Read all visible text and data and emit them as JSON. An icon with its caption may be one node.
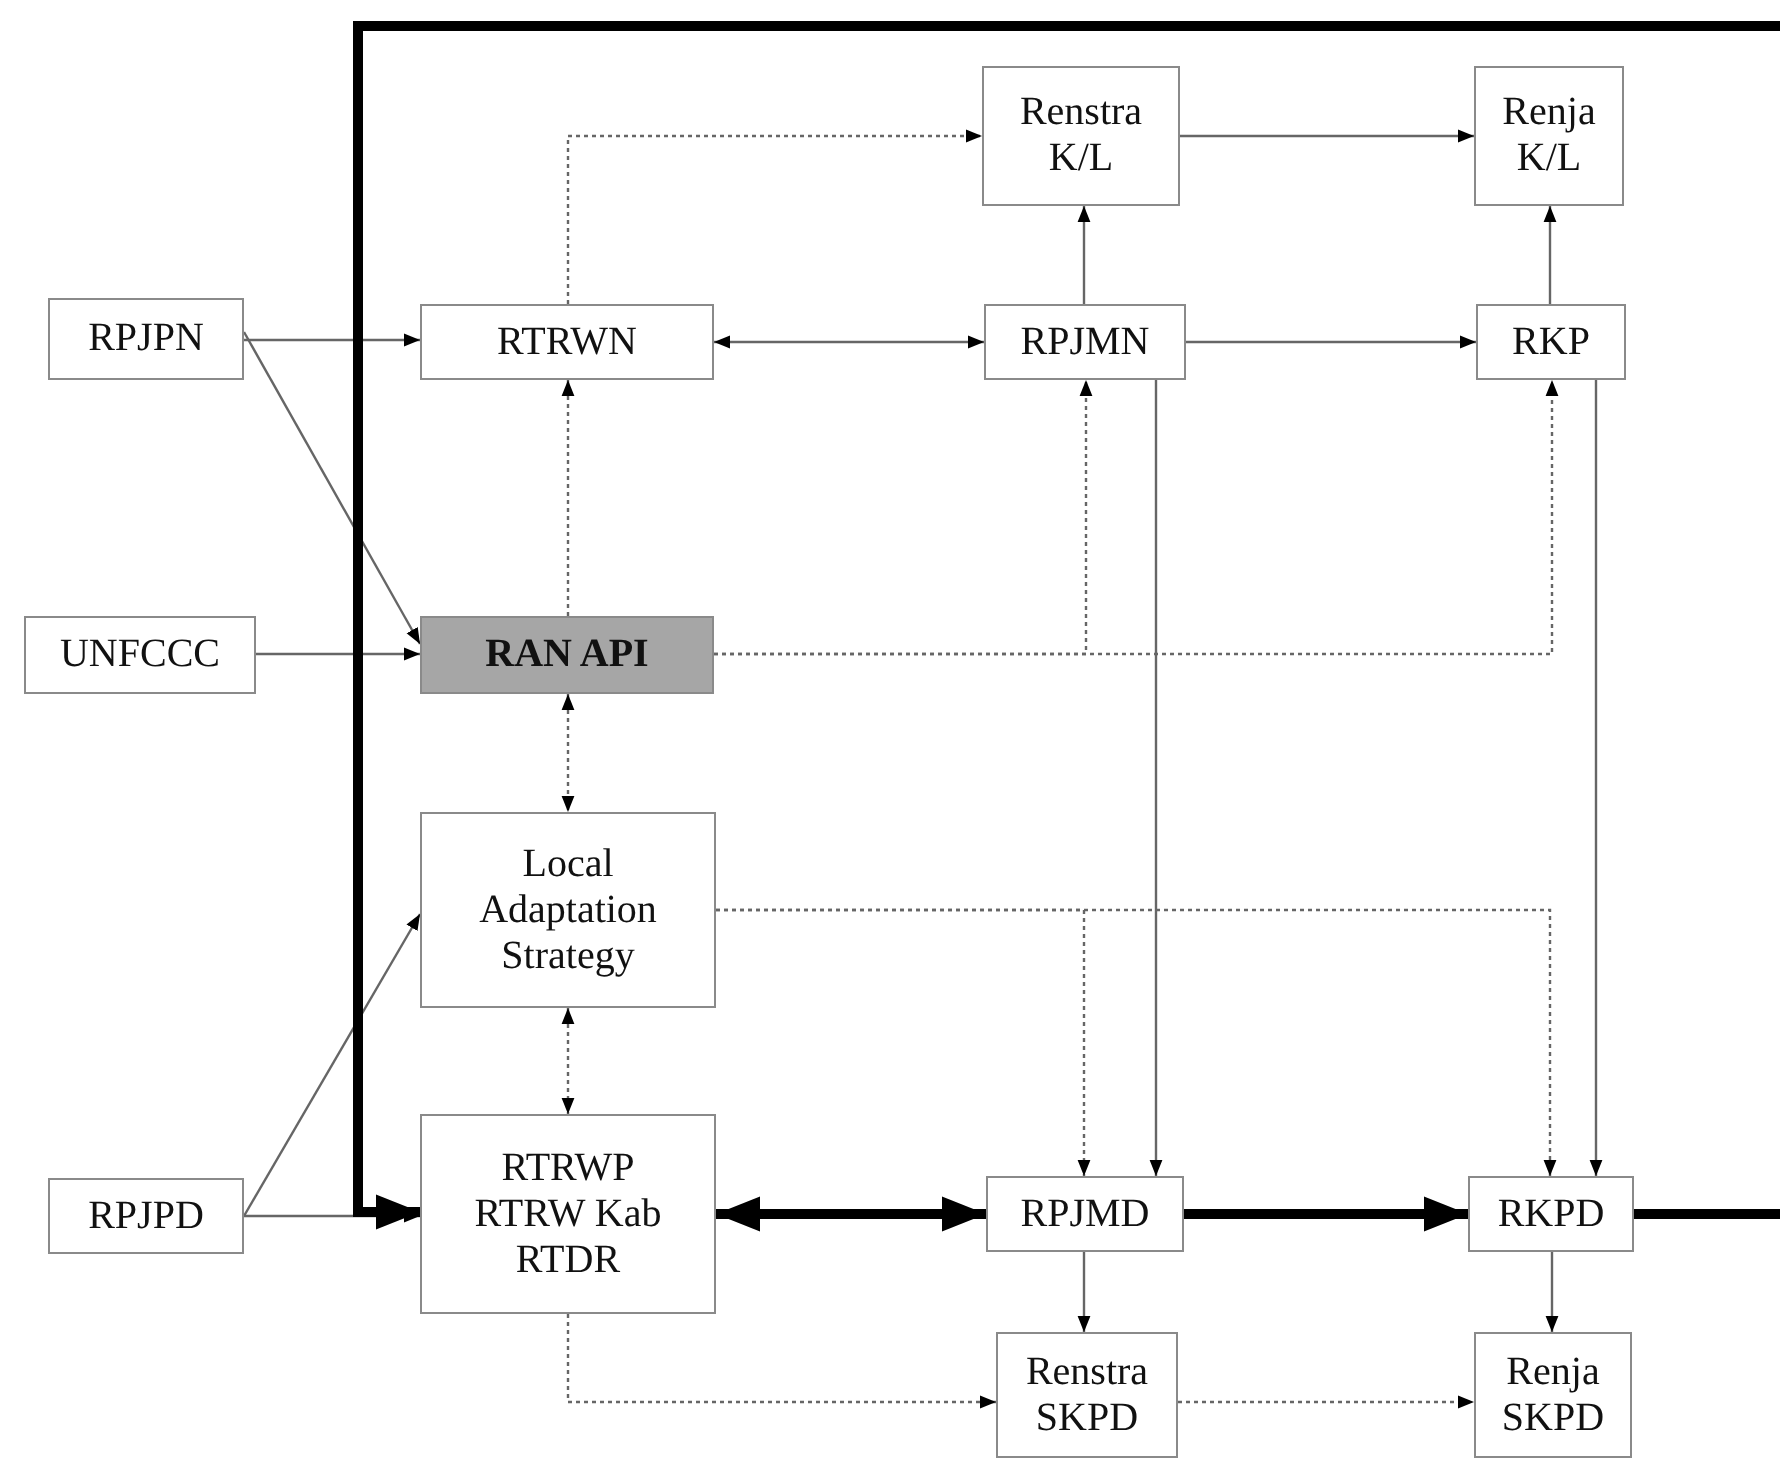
{
  "diagram": {
    "nodes": [
      {
        "text": [
          "RPJPN"
        ]
      },
      {
        "text": [
          "UNFCCC"
        ]
      },
      {
        "text": [
          "RPJPD"
        ]
      },
      {
        "text": [
          "RTRWN"
        ]
      },
      {
        "text": [
          "RAN API"
        ]
      },
      {
        "text": [
          "Local Adaptation Strategy"
        ]
      },
      {
        "text": [
          "RTRWP RTRW Kab RTDR"
        ]
      },
      {
        "text": [
          "Renstra K/L"
        ]
      },
      {
        "text": [
          "Renja K/L"
        ]
      },
      {
        "text": [
          "RPJMN"
        ]
      },
      {
        "text": [
          "RKP"
        ]
      },
      {
        "text": [
          "RPJMD"
        ]
      },
      {
        "text": [
          "RKPD"
        ]
      },
      {
        "text": [
          "Renstra SKPD"
        ]
      },
      {
        "text": [
          "Renja SKPD"
        ]
      }
    ],
    "edges": [
      {
        "from": 0,
        "to": 3,
        "arrow": "to"
      },
      {
        "from": 0,
        "to": 4,
        "arrow": "to"
      },
      {
        "from": 1,
        "to": 4,
        "arrow": "to"
      },
      {
        "from": 2,
        "to": 5,
        "arrow": "to"
      },
      {
        "from": 2,
        "to": 6,
        "arrow": "to"
      },
      {
        "from": 3,
        "to": 9,
        "arrow": "both"
      },
      {
        "from": 9,
        "to": 10,
        "arrow": "to"
      },
      {
        "from": 9,
        "to": 7,
        "arrow": "to"
      },
      {
        "from": 10,
        "to": 8,
        "arrow": "to"
      },
      {
        "from": 7,
        "to": 8,
        "arrow": "to"
      },
      {
        "from": 3,
        "to": 7,
        "arrow": "to",
        "style": "dashed"
      },
      {
        "from": 4,
        "to": 3,
        "arrow": "to",
        "style": "dashed"
      },
      {
        "from": 4,
        "to": 5,
        "arrow": "both",
        "style": "dashed"
      },
      {
        "from": 4,
        "to": 9,
        "arrow": "to",
        "style": "dashed"
      },
      {
        "from": 4,
        "to": 10,
        "arrow": "to",
        "style": "dashed"
      },
      {
        "from": 5,
        "to": 6,
        "arrow": "both",
        "style": "dashed"
      },
      {
        "from": 5,
        "to": 11,
        "arrow": "to",
        "style": "dashed"
      },
      {
        "from": 5,
        "to": 12,
        "arrow": "to",
        "style": "dashed"
      },
      {
        "from": 9,
        "to": 11,
        "arrow": "to"
      },
      {
        "from": 10,
        "to": 12,
        "arrow": "to"
      },
      {
        "from": 6,
        "to": 11,
        "arrow": "both",
        "style": "thick",
        "color": "#000000"
      },
      {
        "from": 11,
        "to": 12,
        "arrow": "to",
        "style": "thick",
        "color": "#000000"
      },
      {
        "from": 12,
        "to": 6,
        "arrow": "to",
        "style": "thick",
        "color": "#000000"
      },
      {
        "from": 11,
        "to": 13,
        "arrow": "to"
      },
      {
        "from": 12,
        "to": 14,
        "arrow": "to"
      },
      {
        "from": 6,
        "to": 13,
        "arrow": "to",
        "style": "dashed"
      },
      {
        "from": 13,
        "to": 14,
        "arrow": "to",
        "style": "dashed"
      }
    ]
  }
}
